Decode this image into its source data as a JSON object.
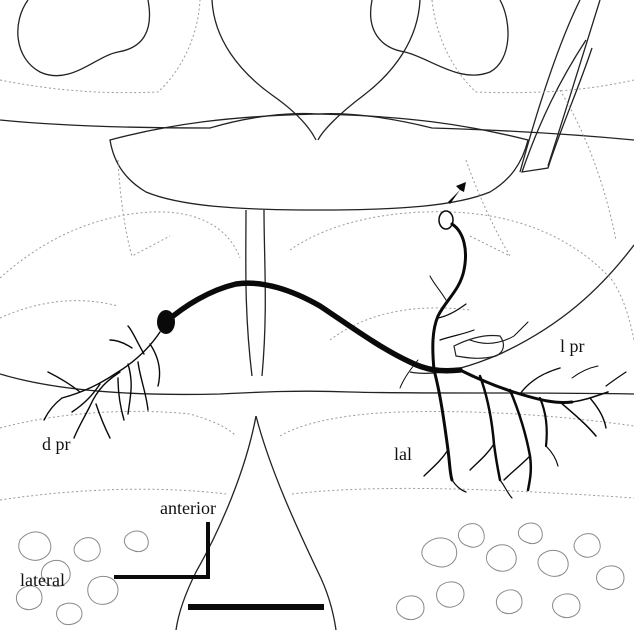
{
  "figure": {
    "labels": {
      "dorsal_process": "d pr",
      "lateral_process": "l pr",
      "lateral_accessory_lobe": "lal"
    },
    "orientation": {
      "anterior": "anterior",
      "lateral": "lateral"
    },
    "markers": [
      "arrow-icon",
      "scale-bar"
    ],
    "colors": {
      "neuron": "#0a0a0a",
      "outline": "#222222",
      "dashed_outline": "#9a9a9a",
      "background": "#ffffff"
    }
  }
}
